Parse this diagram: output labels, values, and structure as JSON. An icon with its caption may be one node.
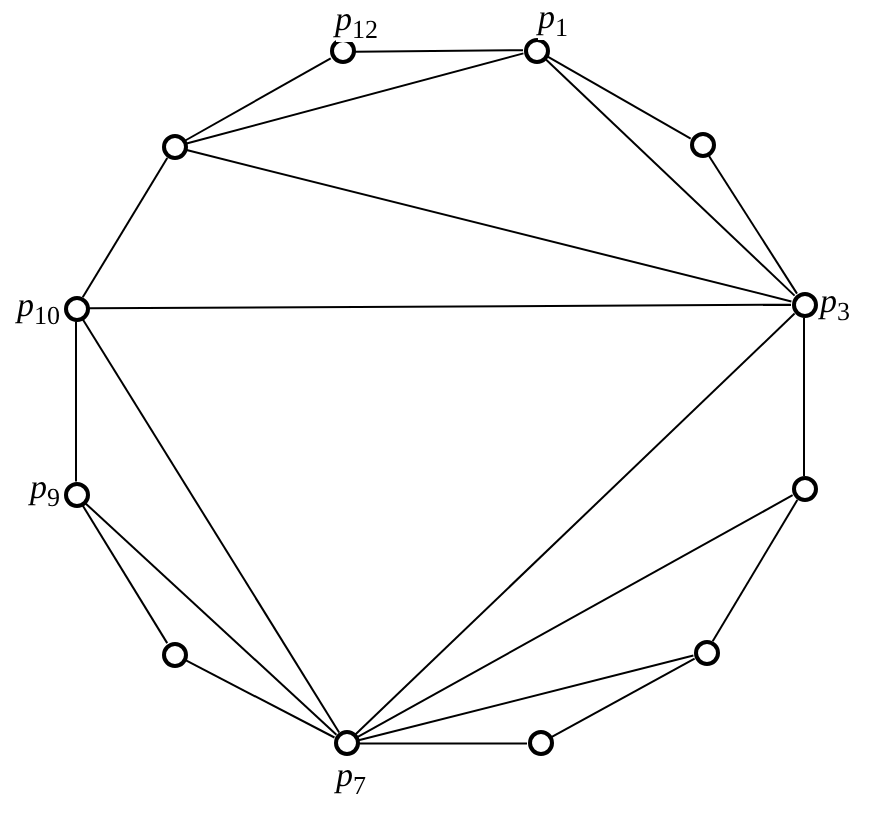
{
  "diagram": {
    "nodes": [
      {
        "text": [],
        "shape": "circle",
        "beside": [
          "*p*$_{12}$"
        ]
      },
      {
        "text": [],
        "shape": "circle",
        "beside": [
          "*p*$_{1}$"
        ]
      },
      {
        "text": [],
        "shape": "circle"
      },
      {
        "text": [],
        "shape": "circle"
      },
      {
        "text": [],
        "shape": "circle",
        "beside": [
          "*p*$_{10}$"
        ]
      },
      {
        "text": [],
        "shape": "circle",
        "beside": [
          "*p*$_{3}$"
        ]
      },
      {
        "text": [],
        "shape": "circle",
        "beside": [
          "*p*$_{9}$"
        ]
      },
      {
        "text": [],
        "shape": "circle"
      },
      {
        "text": [],
        "shape": "circle"
      },
      {
        "text": [],
        "shape": "circle"
      },
      {
        "text": [],
        "shape": "circle",
        "beside": [
          "*p*$_{7}$"
        ]
      },
      {
        "text": [],
        "shape": "circle"
      }
    ],
    "edges": [
      {
        "from": 0,
        "to": 1,
        "arrow": "none"
      },
      {
        "from": 1,
        "to": 3,
        "arrow": "none"
      },
      {
        "from": 3,
        "to": 5,
        "arrow": "none"
      },
      {
        "from": 5,
        "to": 7,
        "arrow": "none"
      },
      {
        "from": 7,
        "to": 9,
        "arrow": "none"
      },
      {
        "from": 9,
        "to": 11,
        "arrow": "none"
      },
      {
        "from": 11,
        "to": 10,
        "arrow": "none"
      },
      {
        "from": 10,
        "to": 8,
        "arrow": "none"
      },
      {
        "from": 8,
        "to": 6,
        "arrow": "none"
      },
      {
        "from": 6,
        "to": 4,
        "arrow": "none"
      },
      {
        "from": 4,
        "to": 2,
        "arrow": "none"
      },
      {
        "from": 2,
        "to": 0,
        "arrow": "none"
      },
      {
        "from": 2,
        "to": 1,
        "arrow": "none"
      },
      {
        "from": 2,
        "to": 5,
        "arrow": "none"
      },
      {
        "from": 1,
        "to": 5,
        "arrow": "none"
      },
      {
        "from": 4,
        "to": 5,
        "arrow": "none"
      },
      {
        "from": 4,
        "to": 10,
        "arrow": "none"
      },
      {
        "from": 5,
        "to": 10,
        "arrow": "none"
      },
      {
        "from": 6,
        "to": 10,
        "arrow": "none"
      },
      {
        "from": 7,
        "to": 10,
        "arrow": "none"
      },
      {
        "from": 9,
        "to": 10,
        "arrow": "none"
      }
    ]
  }
}
